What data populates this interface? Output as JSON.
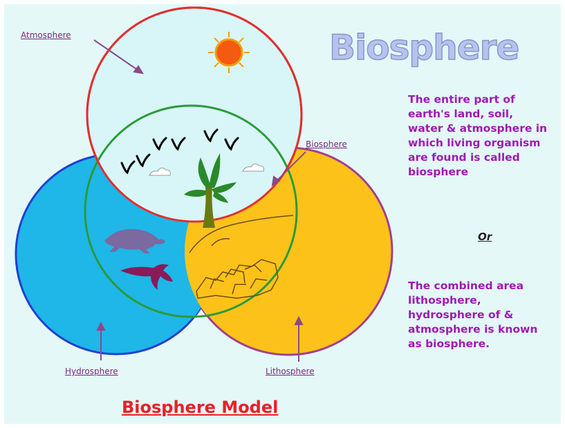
{
  "title": "Biosphere",
  "labels": {
    "atmosphere": "Atmosphere",
    "biosphere": "Biosphere",
    "hydrosphere": "Hydrosphere",
    "lithosphere": "Lithosphere"
  },
  "definition": [
    "The entire part of",
    "earth's  land, soil,",
    "water & atmosphere in",
    "which living organism",
    "are found is called",
    "biosphere"
  ],
  "or_text": "Or",
  "definition_alt": [
    "The combined area",
    "lithosphere,",
    "hydrosphere of &",
    "atmosphere is known",
    "as biosphere."
  ],
  "caption": "Biosphere Model",
  "colors": {
    "background": "#e4f8f8",
    "atmosphere": "#d8f6f8",
    "atmosphere_border": "#e03030",
    "hydrosphere": "#1fb6e8",
    "hydrosphere_border": "#2040d0",
    "lithosphere": "#fcc21a",
    "lithosphere_border": "#a04090",
    "biosphere_border": "#2a9a3a",
    "text_purple": "#a01ab0",
    "caption_red": "#e8202a"
  }
}
